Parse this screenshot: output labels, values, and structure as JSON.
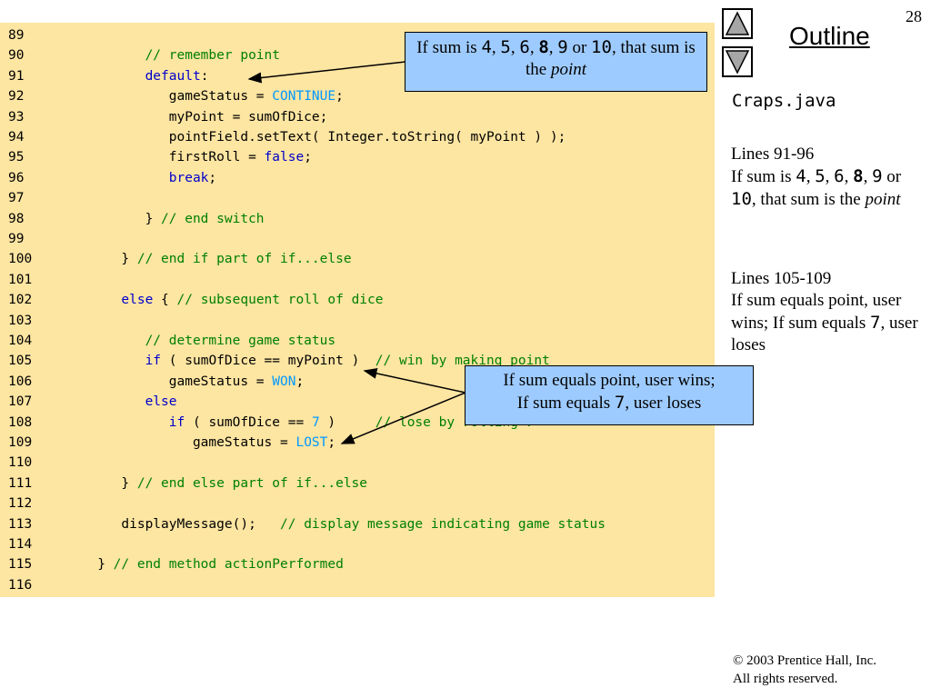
{
  "slide": {
    "page_number": "28",
    "outline_title": "Outline",
    "file_name": "Craps.java"
  },
  "colors": {
    "code_background": "#fde5a2",
    "callout_background": "#9ecbff",
    "keyword": "#0000cc",
    "comment": "#008000",
    "constant": "#0099ff"
  },
  "icons": {
    "up": "triangle-up-icon",
    "down": "triangle-down-icon"
  },
  "code_lines": [
    {
      "n": "89",
      "text": ""
    },
    {
      "n": "90",
      "text": "         // remember point"
    },
    {
      "n": "91",
      "text": "         default:"
    },
    {
      "n": "92",
      "text": "            gameStatus = CONTINUE;"
    },
    {
      "n": "93",
      "text": "            myPoint = sumOfDice;"
    },
    {
      "n": "94",
      "text": "            pointField.setText( Integer.toString( myPoint ) );"
    },
    {
      "n": "95",
      "text": "            firstRoll = false;"
    },
    {
      "n": "96",
      "text": "            break;"
    },
    {
      "n": "97",
      "text": ""
    },
    {
      "n": "98",
      "text": "         } // end switch"
    },
    {
      "n": "99",
      "text": ""
    },
    {
      "n": "100",
      "text": "      } // end if part of if...else"
    },
    {
      "n": "101",
      "text": ""
    },
    {
      "n": "102",
      "text": "      else { // subsequent roll of dice"
    },
    {
      "n": "103",
      "text": ""
    },
    {
      "n": "104",
      "text": "         // determine game status"
    },
    {
      "n": "105",
      "text": "         if ( sumOfDice == myPoint )  // win by making point"
    },
    {
      "n": "106",
      "text": "            gameStatus = WON;"
    },
    {
      "n": "107",
      "text": "         else"
    },
    {
      "n": "108",
      "text": "            if ( sumOfDice == 7 )     // lose by rolling 7"
    },
    {
      "n": "109",
      "text": "               gameStatus = LOST;"
    },
    {
      "n": "110",
      "text": ""
    },
    {
      "n": "111",
      "text": "      } // end else part of if...else"
    },
    {
      "n": "112",
      "text": ""
    },
    {
      "n": "113",
      "text": "      displayMessage();   // display message indicating game status"
    },
    {
      "n": "114",
      "text": ""
    },
    {
      "n": "115",
      "text": "   } // end method actionPerformed"
    },
    {
      "n": "116",
      "text": ""
    }
  ],
  "callout_top": {
    "part1": "If sum is ",
    "n4": "4",
    "s1": ", ",
    "n5": "5",
    "s2": ", ",
    "n6": "6",
    "s3": ", ",
    "n8": "8",
    "s4": ", ",
    "n9": "9",
    "s5": " or ",
    "n10": "10",
    "part2": ", that sum is the ",
    "point": "point"
  },
  "callout_bottom": {
    "line1": "If sum equals point, user wins;",
    "part1": "If sum equals ",
    "n7": "7",
    "part2": ", user loses"
  },
  "notes": {
    "lines_a": "Lines 91-96",
    "a_part1": "If sum is ",
    "a_n4": "4",
    "a_s1": ", ",
    "a_n5": "5",
    "a_s2": ", ",
    "a_n6": "6",
    "a_s3": ", ",
    "a_n8": "8",
    "a_s4": ", ",
    "a_n9": "9",
    "a_s5": " or ",
    "a_n10": "10",
    "a_part2": ", that sum is the ",
    "a_point": "point",
    "lines_b": "Lines 105-109",
    "b_part1": "If sum equals point, user wins; If sum equals ",
    "b_n7": "7",
    "b_part2": ", user loses"
  },
  "copyright": {
    "symbol": "©",
    "line1": " 2003 Prentice Hall, Inc.",
    "line2": "All rights reserved."
  }
}
